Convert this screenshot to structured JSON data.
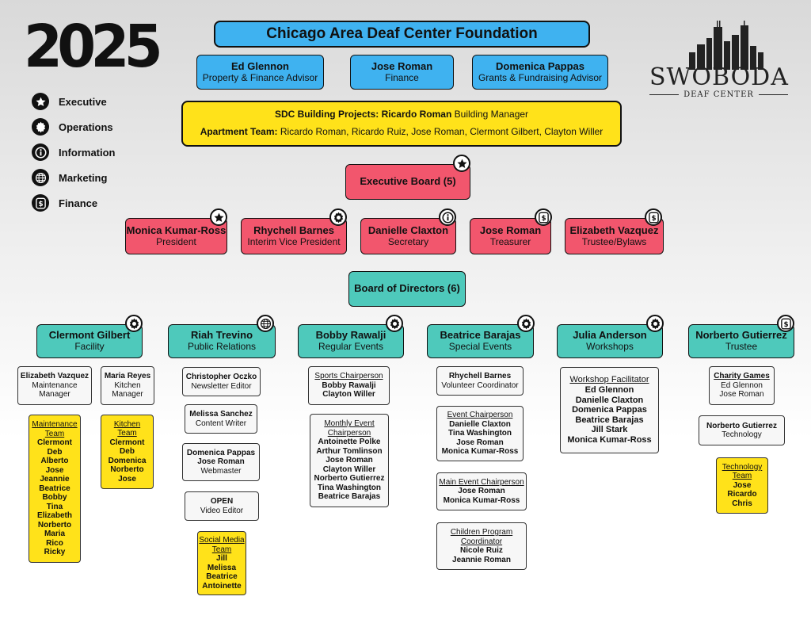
{
  "year": "2025",
  "logo": {
    "name": "SWOBODA",
    "sub": "DEAF CENTER"
  },
  "legend": [
    "Executive",
    "Operations",
    "Information",
    "Marketing",
    "Finance"
  ],
  "title": "Chicago Area Deaf Center Foundation",
  "advisors": [
    {
      "name": "Ed Glennon",
      "role": "Property & Finance Advisor"
    },
    {
      "name": "Jose Roman",
      "role": "Finance"
    },
    {
      "name": "Domenica Pappas",
      "role": "Grants & Fundraising Advisor"
    }
  ],
  "projects": {
    "line1_label": "SDC Building Projects: Ricardo Roman",
    "line1_rest": " Building Manager",
    "line2_label": "Apartment Team:",
    "line2_rest": " Ricardo Roman, Ricardo Ruiz, Jose Roman, Clermont Gilbert, Clayton Willer"
  },
  "exec_board": "Executive Board (5)",
  "officers": [
    {
      "name": "Monica Kumar-Ross",
      "role": "President",
      "icon": "star"
    },
    {
      "name": "Rhychell Barnes",
      "role": "Interim Vice President",
      "icon": "gear"
    },
    {
      "name": "Danielle Claxton",
      "role": "Secretary",
      "icon": "info"
    },
    {
      "name": "Jose Roman",
      "role": "Treasurer",
      "icon": "dollar"
    },
    {
      "name": "Elizabeth Vazquez",
      "role": "Trustee/Bylaws",
      "icon": "dollar"
    }
  ],
  "board": "Board of Directors (6)",
  "directors": [
    {
      "name": "Clermont Gilbert",
      "role": "Facility"
    },
    {
      "name": "Riah Trevino",
      "role": "Public Relations"
    },
    {
      "name": "Bobby Rawalji",
      "role": "Regular Events"
    },
    {
      "name": "Beatrice Barajas",
      "role": "Special Events"
    },
    {
      "name": "Julia Anderson",
      "role": "Workshops"
    },
    {
      "name": "Norberto Gutierrez",
      "role": "Trustee"
    }
  ],
  "facility": {
    "maint_mgr": {
      "name": "Elizabeth Vazquez",
      "role1": "Maintenance",
      "role2": "Manager"
    },
    "kitchen_mgr": {
      "name": "Maria Reyes",
      "role1": "Kitchen",
      "role2": "Manager"
    },
    "maint_team": {
      "title1": "Maintenance",
      "title2": "Team",
      "members": [
        "Clermont",
        "Deb",
        "Alberto",
        "Jose",
        "Jeannie",
        "Beatrice",
        "Bobby",
        "Tina",
        "Elizabeth",
        "Norberto",
        "Maria",
        "Rico",
        "Ricky"
      ]
    },
    "kitchen_team": {
      "title1": "Kitchen",
      "title2": "Team",
      "members": [
        "Clermont",
        "Deb",
        "Domenica",
        "Norberto",
        "Jose"
      ]
    }
  },
  "pr": {
    "items": [
      {
        "name": "Christopher Oczko",
        "role": "Newsletter Editor"
      },
      {
        "name": "Melissa Sanchez",
        "role": "Content Writer"
      },
      {
        "name": "Domenica Pappas",
        "name2": "Jose Roman",
        "role": "Webmaster"
      },
      {
        "name": "OPEN",
        "role": "Video Editor"
      }
    ],
    "social": {
      "title1": "Social Media",
      "title2": "Team",
      "members": [
        "Jill",
        "Melissa",
        "Beatrice",
        "Antoinette"
      ]
    }
  },
  "regular": {
    "sports": {
      "title": "Sports Chairperson",
      "members": [
        "Bobby Rawalji",
        "Clayton Willer"
      ]
    },
    "monthly": {
      "title1": "Monthly Event",
      "title2": "Chairperson",
      "members": [
        "Antoinette Polke",
        "Arthur Tomlinson",
        "Jose Roman",
        "Clayton Willer",
        "Norberto Gutierrez",
        "Tina Washington",
        "Beatrice Barajas"
      ]
    }
  },
  "special": {
    "volunteer": {
      "name": "Rhychell Barnes",
      "role": "Volunteer Coordinator"
    },
    "event": {
      "title": "Event Chairperson",
      "members": [
        "Danielle Claxton",
        "Tina Washington",
        "Jose Roman",
        "Monica Kumar-Ross"
      ]
    },
    "main": {
      "title": "Main Event Chairperson",
      "members": [
        "Jose Roman",
        "Monica Kumar-Ross"
      ]
    },
    "children": {
      "title1": "Children Program",
      "title2": "Coordinator",
      "members": [
        "Nicole Ruiz",
        "Jeannie Roman"
      ]
    }
  },
  "workshops": {
    "title": "Workshop Facilitator",
    "members": [
      "Ed Glennon",
      "Danielle Claxton",
      "Domenica Pappas",
      "Beatrice Barajas",
      "Jill Stark",
      "Monica Kumar-Ross"
    ]
  },
  "trustee": {
    "charity": {
      "title": "Charity Games",
      "members": [
        "Ed Glennon",
        "Jose Roman"
      ]
    },
    "tech_person": {
      "name": "Norberto Gutierrez",
      "role": "Technology"
    },
    "tech_team": {
      "title1": "Technology",
      "title2": "Team",
      "members": [
        "Jose",
        "Ricardo",
        "Chris"
      ]
    }
  },
  "colors": {
    "blue": "#3fb2f0",
    "yellow": "#ffe21a",
    "red": "#f2566d",
    "teal": "#4ec9bb"
  }
}
